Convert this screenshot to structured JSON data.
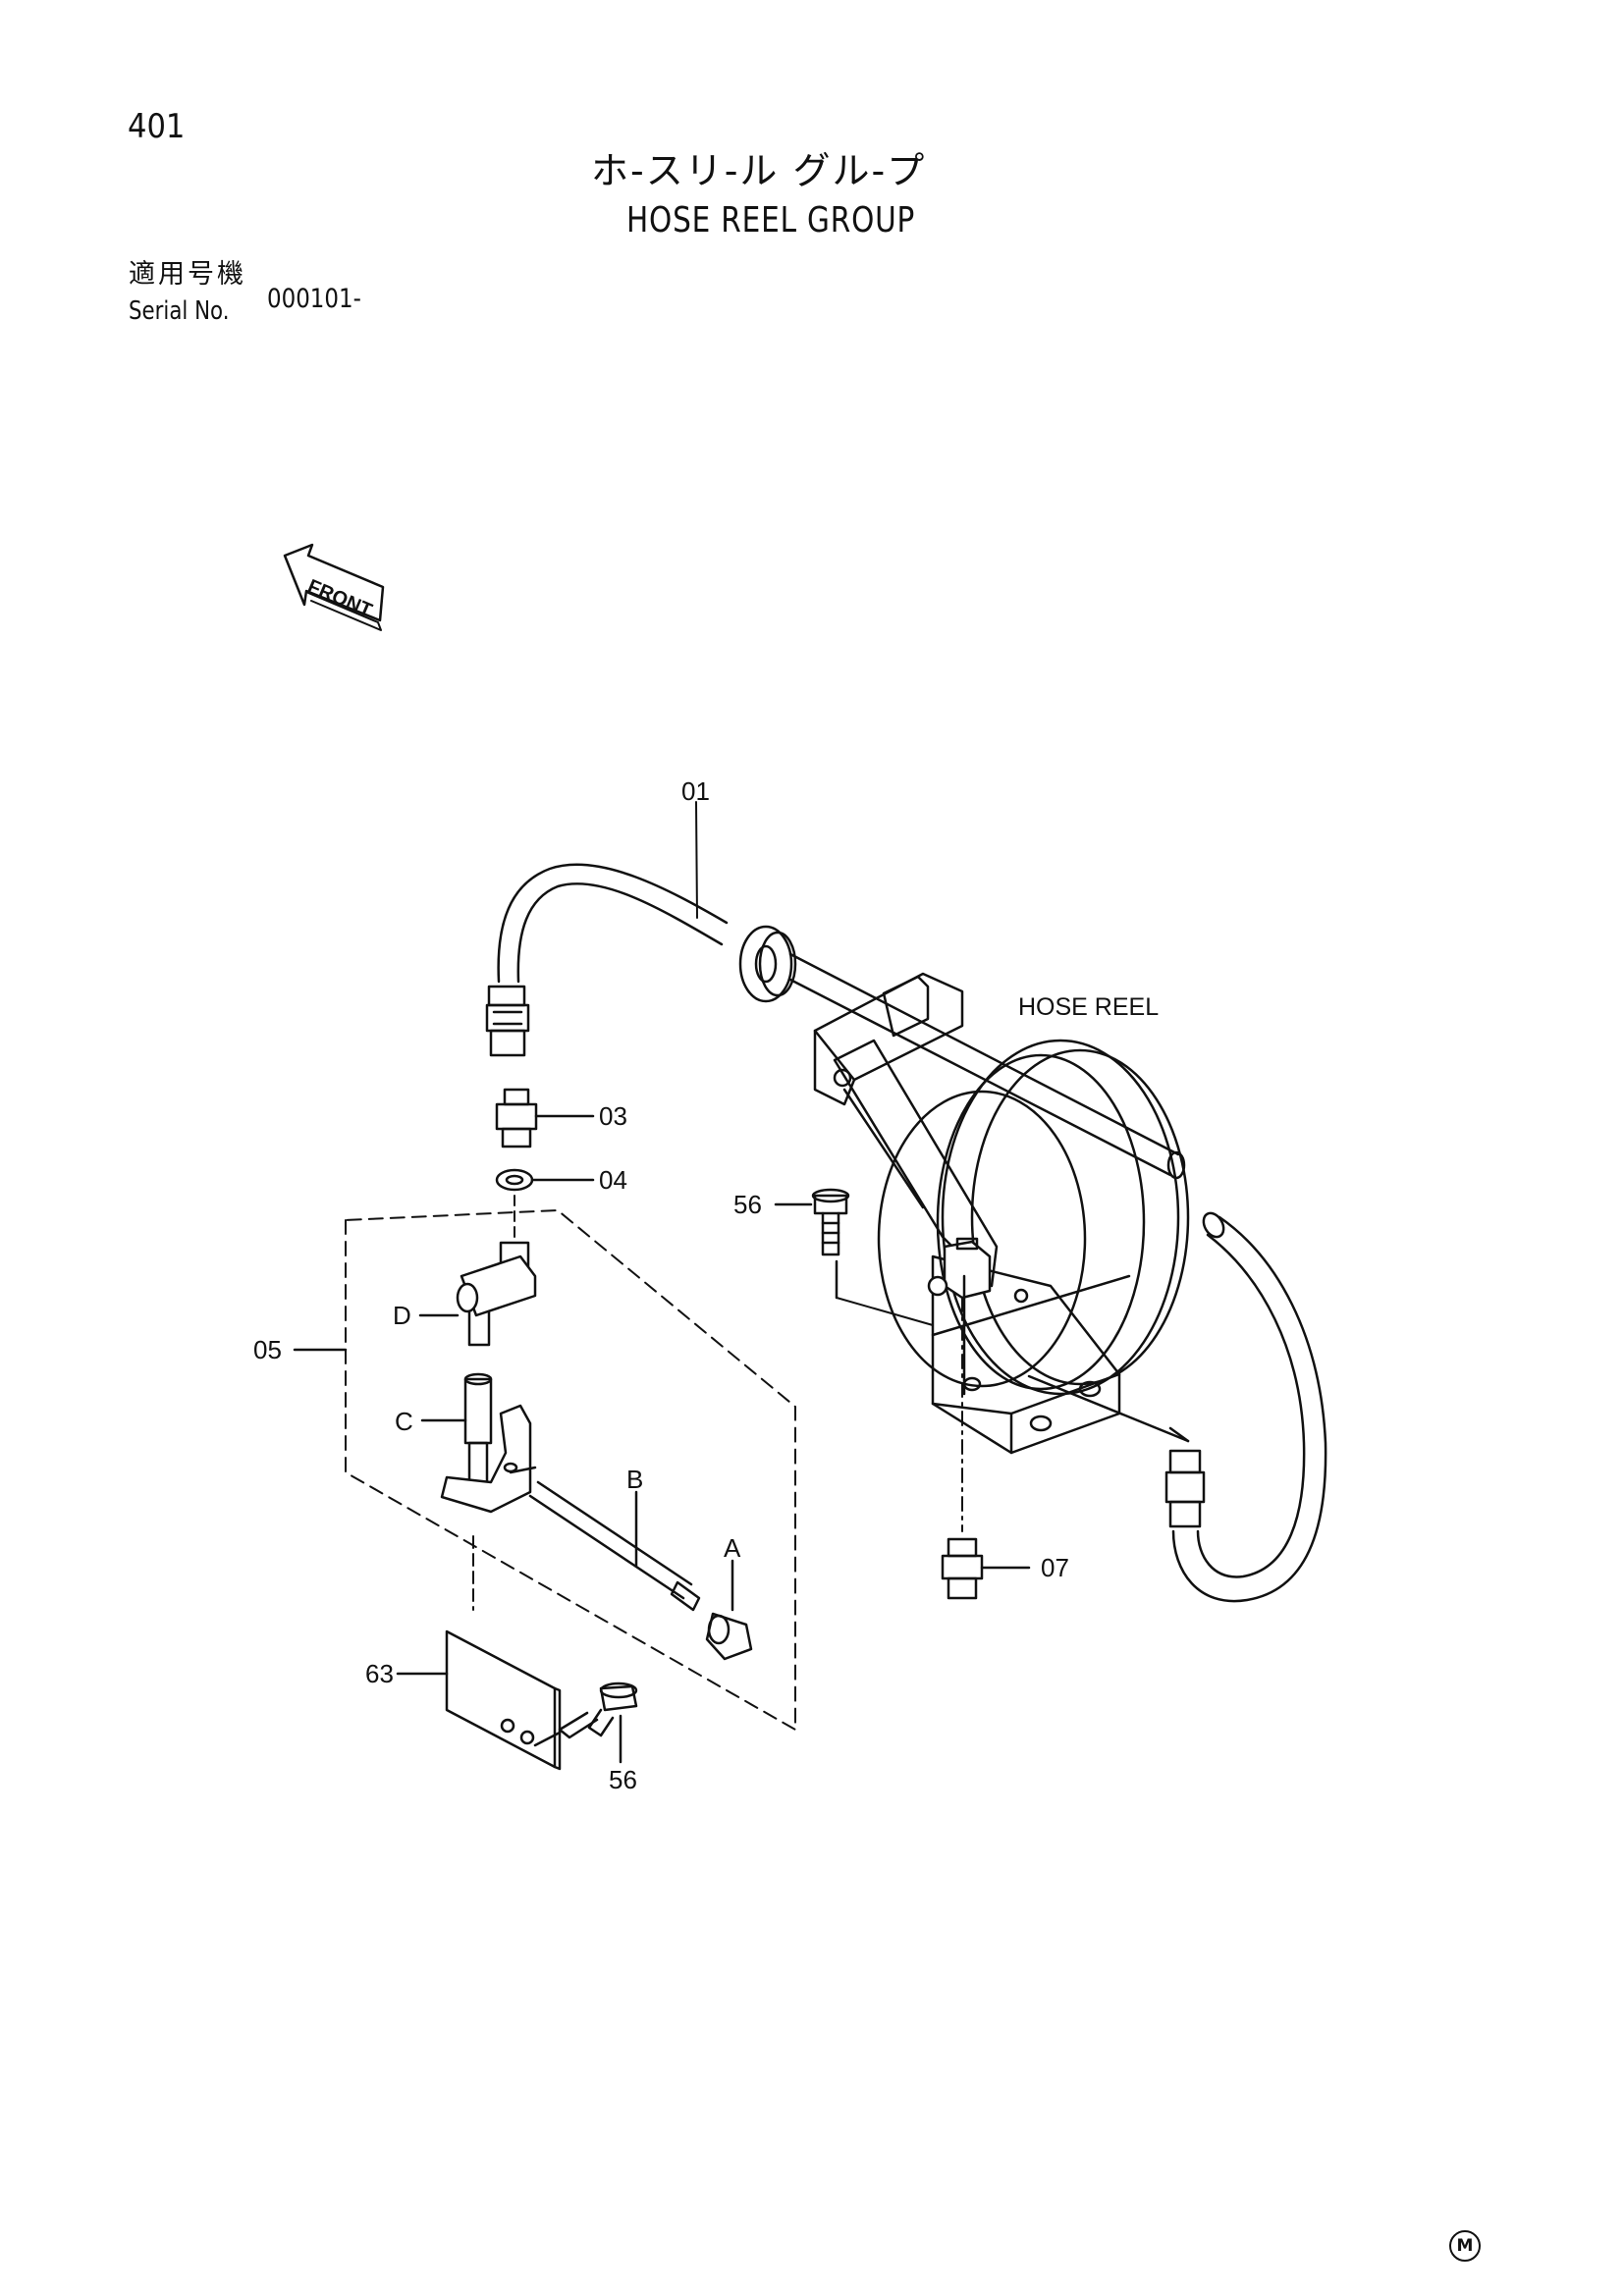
{
  "header": {
    "page_number": "401",
    "title_jp": "ホ-スリ-ル グル-プ",
    "title_en": "HOSE REEL GROUP",
    "serial_label_jp": "適用号機",
    "serial_label_en": "Serial No.",
    "serial_value": "000101-"
  },
  "diagram": {
    "front_arrow": "FRONT",
    "assembly_label": "HOSE REEL",
    "callouts": {
      "p01": "01",
      "p03": "03",
      "p04": "04",
      "p05": "05",
      "p07": "07",
      "p56a": "56",
      "p56b": "56",
      "p63": "63",
      "pA": "A",
      "pB": "B",
      "pC": "C",
      "pD": "D"
    }
  },
  "footer": {
    "mark": "M"
  }
}
